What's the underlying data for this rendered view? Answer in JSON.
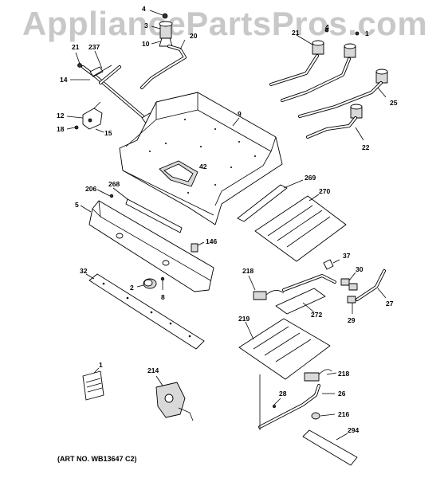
{
  "watermark": "AppliancePartsPros.com",
  "art_number": "(ART NO. WB13647 C2)",
  "callouts": {
    "c4a": "4",
    "c3": "3",
    "c10": "10",
    "c20": "20",
    "c21": "21",
    "c237": "237",
    "c14": "14",
    "c12": "12",
    "c18": "18",
    "c15": "15",
    "c9": "9",
    "c42": "42",
    "c21b": "21",
    "c4b": "4",
    "c1b": "1",
    "c25": "25",
    "c22": "22",
    "c269": "269",
    "c270": "270",
    "c206": "206",
    "c268": "268",
    "c5": "5",
    "c146": "146",
    "c32": "32",
    "c2": "2",
    "c8": "8",
    "c218a": "218",
    "c37": "37",
    "c30": "30",
    "c272": "272",
    "c29": "29",
    "c27": "27",
    "c219": "219",
    "c218b": "218",
    "c1": "1",
    "c214": "214",
    "c28": "28",
    "c26": "26",
    "c216": "216",
    "c294": "294"
  },
  "icons": [
    "burner-valve-icon",
    "igniter-switch-icon",
    "gas-tube-icon",
    "bracket-icon"
  ]
}
